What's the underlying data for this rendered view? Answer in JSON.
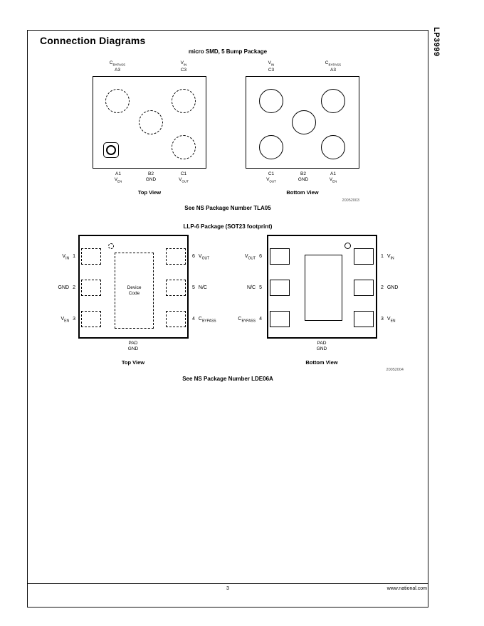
{
  "doc": {
    "part_number": "LP3999",
    "title": "Connection Diagrams",
    "footer_page": "3",
    "footer_site": "www.national.com"
  },
  "micro_smd": {
    "title": "micro SMD, 5 Bump Package",
    "see_note": "See NS Package Number TLA05",
    "code": "20052003",
    "top_view": {
      "caption": "Top View",
      "top_labels": [
        {
          "main": "C",
          "sub": "BYPASS",
          "pin": "A3"
        },
        {
          "main": "V",
          "sub": "IN",
          "pin": "C3"
        }
      ],
      "bottom_labels": [
        {
          "pin": "A1",
          "main": "V",
          "sub": "EN"
        },
        {
          "pin": "B2",
          "main": "GND",
          "sub": ""
        },
        {
          "pin": "C1",
          "main": "V",
          "sub": "OUT"
        }
      ]
    },
    "bottom_view": {
      "caption": "Bottom View",
      "top_labels": [
        {
          "main": "V",
          "sub": "IN",
          "pin": "C3"
        },
        {
          "main": "C",
          "sub": "BYPASS",
          "pin": "A3"
        }
      ],
      "bottom_labels": [
        {
          "pin": "C1",
          "main": "V",
          "sub": "OUT"
        },
        {
          "pin": "B2",
          "main": "GND",
          "sub": ""
        },
        {
          "pin": "A1",
          "main": "V",
          "sub": "EN"
        }
      ]
    }
  },
  "llp6": {
    "title": "LLP-6 Package (SOT23 footprint)",
    "see_note": "See NS Package Number LDE06A",
    "code": "20052004",
    "top_view": {
      "caption": "Top View",
      "device_line1": "Device",
      "device_line2": "Code",
      "pad_line1": "PAD",
      "pad_line2": "GND",
      "left_pins": [
        {
          "main": "V",
          "sub": "IN",
          "num": "1"
        },
        {
          "main": "GND",
          "sub": "",
          "num": "2"
        },
        {
          "main": "V",
          "sub": "EN",
          "num": "3"
        }
      ],
      "right_pins": [
        {
          "num": "6",
          "main": "V",
          "sub": "OUT"
        },
        {
          "num": "5",
          "main": "N/C",
          "sub": ""
        },
        {
          "num": "4",
          "main": "C",
          "sub": "BYPASS"
        }
      ]
    },
    "bottom_view": {
      "caption": "Bottom View",
      "pad_line1": "PAD",
      "pad_line2": "GND",
      "left_pins": [
        {
          "main": "V",
          "sub": "OUT",
          "num": "6"
        },
        {
          "main": "N/C",
          "sub": "",
          "num": "5"
        },
        {
          "main": "C",
          "sub": "BYPASS",
          "num": "4"
        }
      ],
      "right_pins": [
        {
          "num": "1",
          "main": "V",
          "sub": "IN"
        },
        {
          "num": "2",
          "main": "GND",
          "sub": ""
        },
        {
          "num": "3",
          "main": "V",
          "sub": "EN"
        }
      ]
    }
  }
}
